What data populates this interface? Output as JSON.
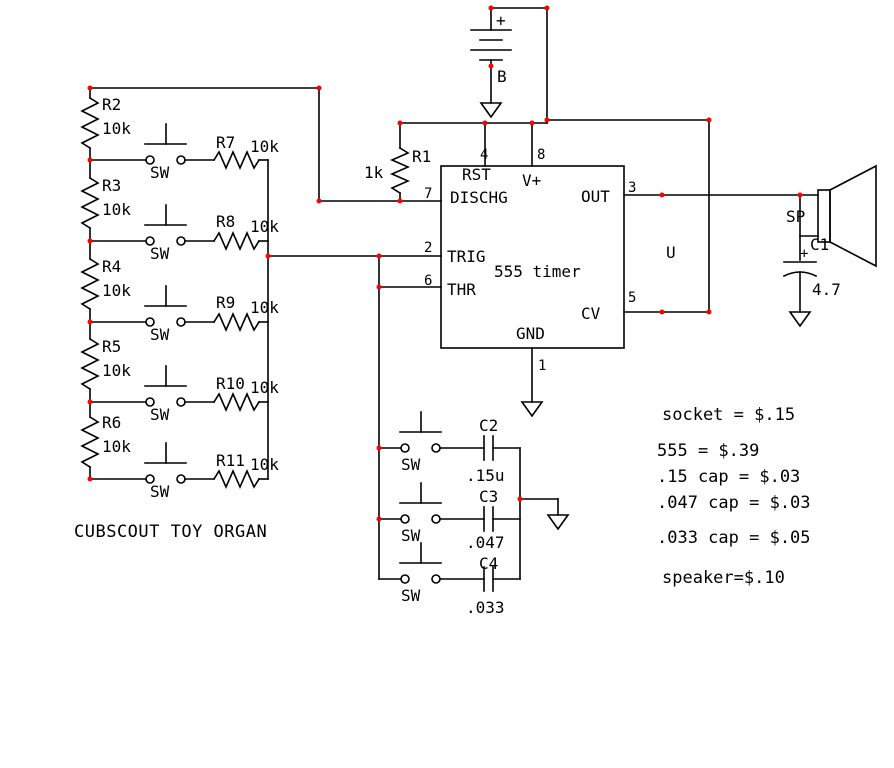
{
  "title": "CUBSCOUT TOY ORGAN",
  "ic": {
    "name": "555 timer",
    "ref": "U",
    "pins": {
      "rst": "RST",
      "rst_num": "4",
      "vcc": "V+",
      "vcc_num": "8",
      "dischg": "DISCHG",
      "dischg_num": "7",
      "trig": "TRIG",
      "trig_num": "2",
      "thr": "THR",
      "thr_num": "6",
      "out": "OUT",
      "out_num": "3",
      "cv": "CV",
      "cv_num": "5",
      "gnd": "GND",
      "gnd_num": "1"
    }
  },
  "battery": {
    "ref": "B",
    "polarity": "+"
  },
  "r1": {
    "ref": "R1",
    "value": "1k"
  },
  "ladder": [
    {
      "ref": "R2",
      "value": "10k",
      "series_ref": "R7",
      "series_value": "10k",
      "switch": "SW"
    },
    {
      "ref": "R3",
      "value": "10k",
      "series_ref": "R8",
      "series_value": "10k",
      "switch": "SW"
    },
    {
      "ref": "R4",
      "value": "10k",
      "series_ref": "R9",
      "series_value": "10k",
      "switch": "SW"
    },
    {
      "ref": "R5",
      "value": "10k",
      "series_ref": "R10",
      "series_value": "10k",
      "switch": "SW"
    },
    {
      "ref": "R6",
      "value": "10k",
      "series_ref": "R11",
      "series_value": "10k",
      "switch": "SW"
    }
  ],
  "speaker": {
    "ref": "SP"
  },
  "c1": {
    "ref": "C1",
    "value": "4.7",
    "polarity": "+"
  },
  "caps": [
    {
      "ref": "C2",
      "value": ".15u",
      "switch": "SW"
    },
    {
      "ref": "C3",
      "value": ".047",
      "switch": "SW"
    },
    {
      "ref": "C4",
      "value": ".033",
      "switch": "SW"
    }
  ],
  "costs": [
    "socket = $.15",
    "555 = $.39",
    ".15 cap = $.03",
    ".047 cap = $.03",
    ".033 cap = $.05",
    "speaker=$.10"
  ],
  "colors": {
    "wire": "#000000",
    "junction": "#ff0000",
    "background": "#ffffff"
  }
}
